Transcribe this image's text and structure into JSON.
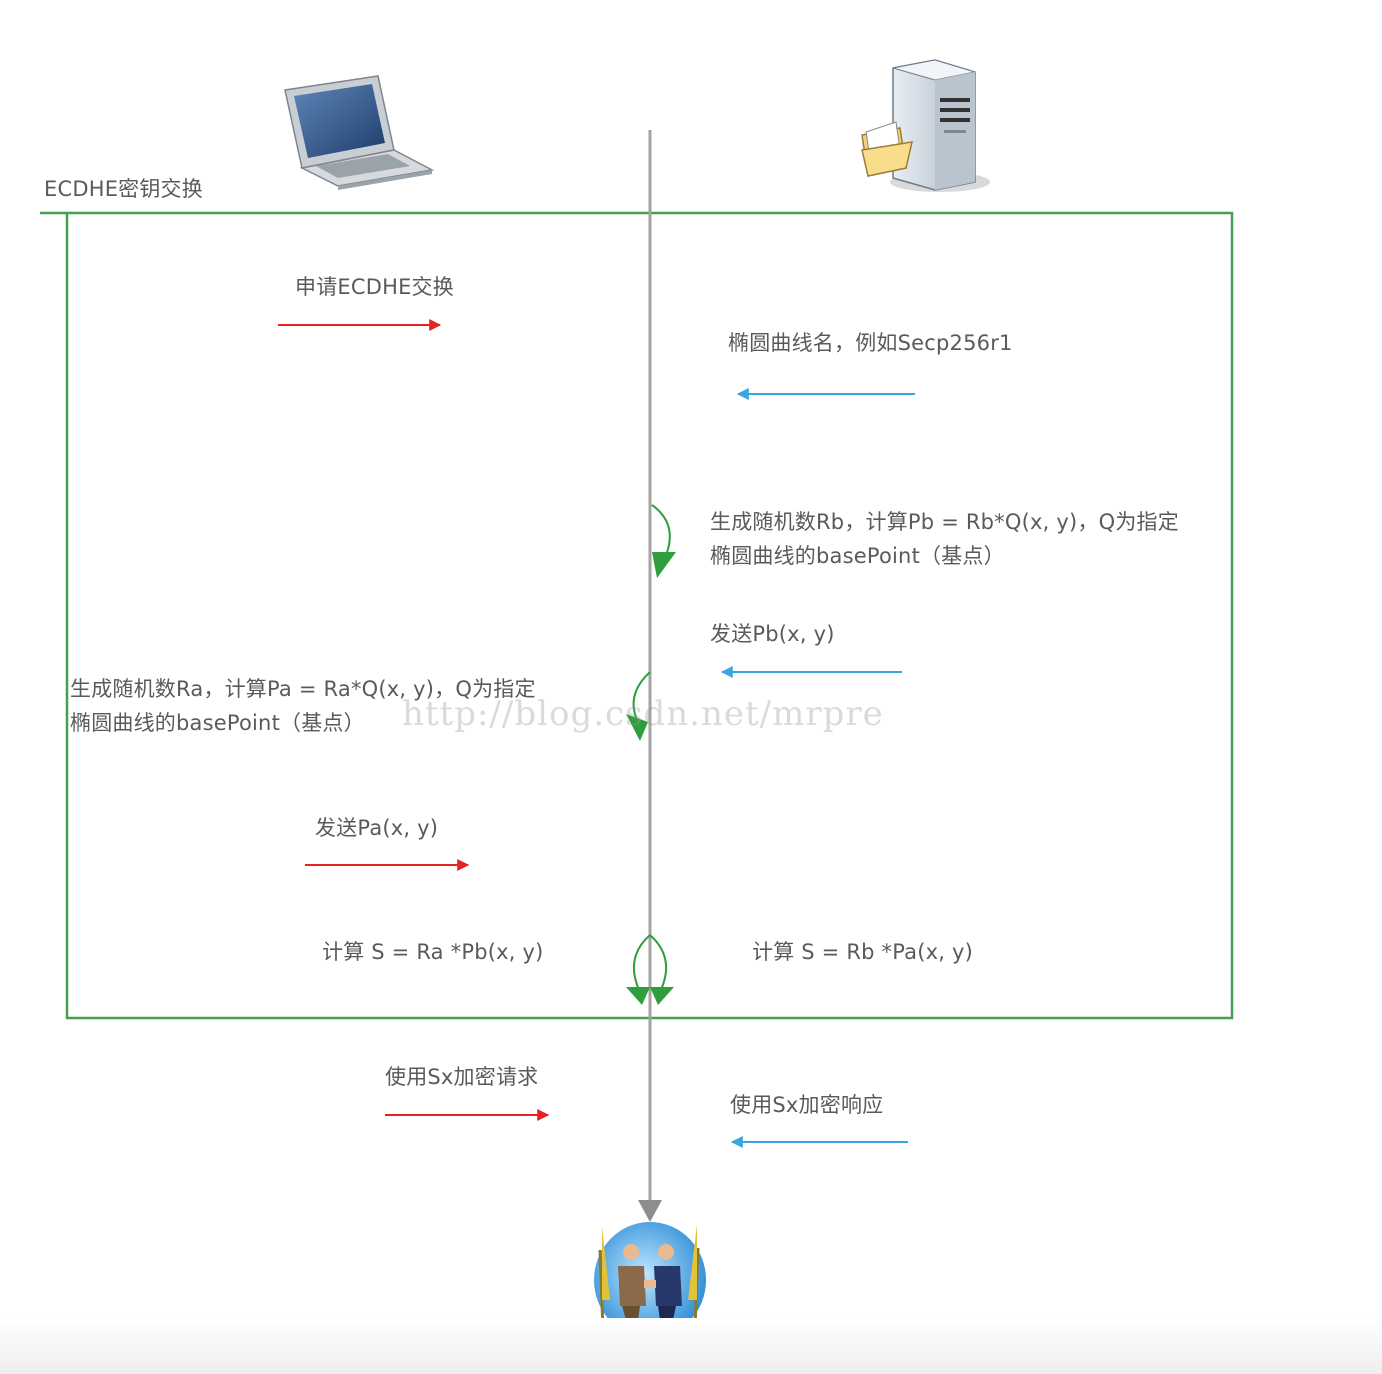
{
  "frame": {
    "title": "ECDHE密钥交换"
  },
  "messages": {
    "client_request": "申请ECDHE交换",
    "server_curve": "椭圆曲线名，例如Secp256r1",
    "server_gen_line1": "生成随机数Rb，计算Pb = Rb*Q(x, y)，Q为指定",
    "server_gen_line2": "椭圆曲线的basePoint（基点）",
    "server_send_pb": "发送Pb(x, y)",
    "client_gen_line1": "生成随机数Ra，计算Pa = Ra*Q(x, y)，Q为指定",
    "client_gen_line2": "椭圆曲线的basePoint（基点）",
    "client_send_pa": "发送Pa(x, y)",
    "client_compute": "计算 S = Ra *Pb(x, y)",
    "server_compute": "计算 S = Rb *Pa(x, y)",
    "client_encrypt": "使用Sx加密请求",
    "server_encrypt": "使用Sx加密响应"
  },
  "watermark": "http://blog.csdn.net/mrpre",
  "icons": {
    "client": "laptop-icon",
    "server": "server-icon",
    "result": "handshake-icon"
  },
  "colors": {
    "frame": "#44a04f",
    "timeline": "#9a9a9a",
    "client_arrow": "#e62323",
    "server_arrow": "#3aa6e0",
    "process_arrow": "#2e9e3e"
  }
}
